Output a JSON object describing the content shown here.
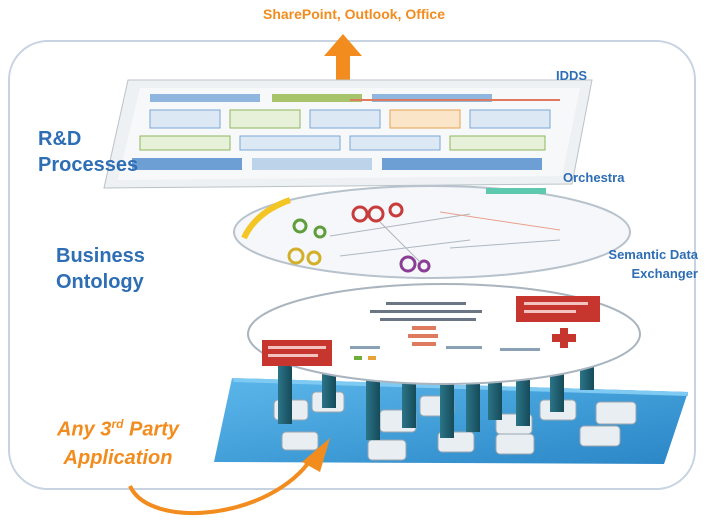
{
  "labels": {
    "top_output": "SharePoint, Outlook, Office",
    "idds": "IDDS",
    "rd_line1": "R&D",
    "rd_line2": "Processes",
    "orchestra": "Orchestra",
    "business_line1": "Business",
    "business_line2": "Ontology",
    "sde_line1": "Semantic Data",
    "sde_line2": "Exchanger",
    "party_prefix": "Any 3",
    "party_sup": "rd",
    "party_suffix": " Party",
    "party_line2": "Application"
  },
  "colors": {
    "orange": "#f28c1e",
    "blue_text": "#2e6eb5",
    "frame": "#c7d3e3",
    "platform": "#3a9bd6",
    "pillar": "#1f5d6e",
    "red_box": "#c7352f"
  }
}
